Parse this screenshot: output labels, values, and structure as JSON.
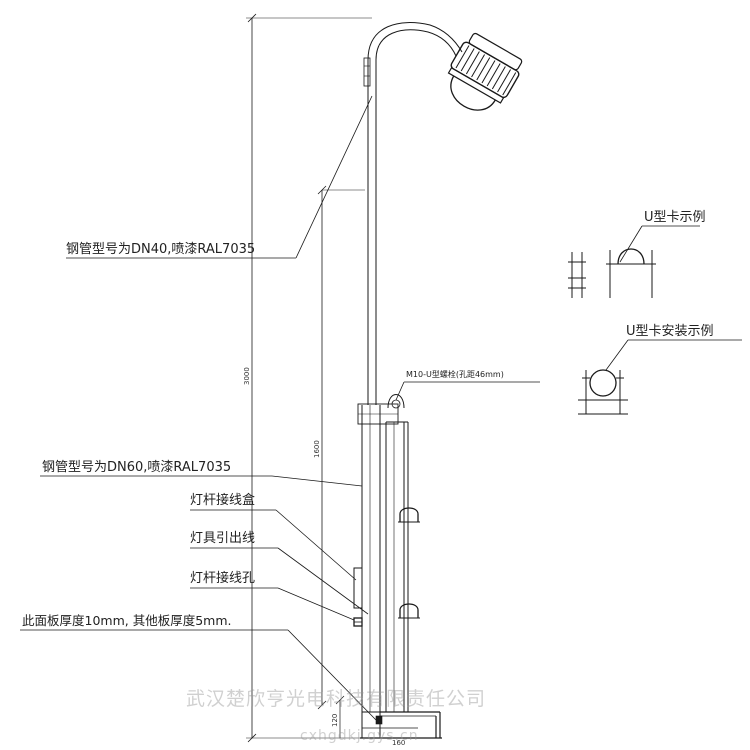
{
  "labels": {
    "dn40": "钢管型号为DN40,喷漆RAL7035",
    "dn60": "钢管型号为DN60,喷漆RAL7035",
    "junction_box": "灯杆接线盒",
    "lead_wire": "灯具引出线",
    "wiring_hole": "灯杆接线孔",
    "plate_thickness": "此面板厚度10mm, 其他板厚度5mm.",
    "ubolt": "M10-U型螺栓(孔距46mm)",
    "u_clamp_example": "U型卡示例",
    "u_clamp_install": "U型卡安装示例"
  },
  "dimensions": {
    "total_height": "3000",
    "lower_height": "1600",
    "base_height": "120",
    "base_width": "160"
  },
  "watermark": {
    "company": "武汉楚欣亨光电科技有限责任公司",
    "site": "cxhgdkj.gys.cn"
  },
  "colors": {
    "line": "#1a1a1a",
    "watermark": "#9a9a9a"
  }
}
